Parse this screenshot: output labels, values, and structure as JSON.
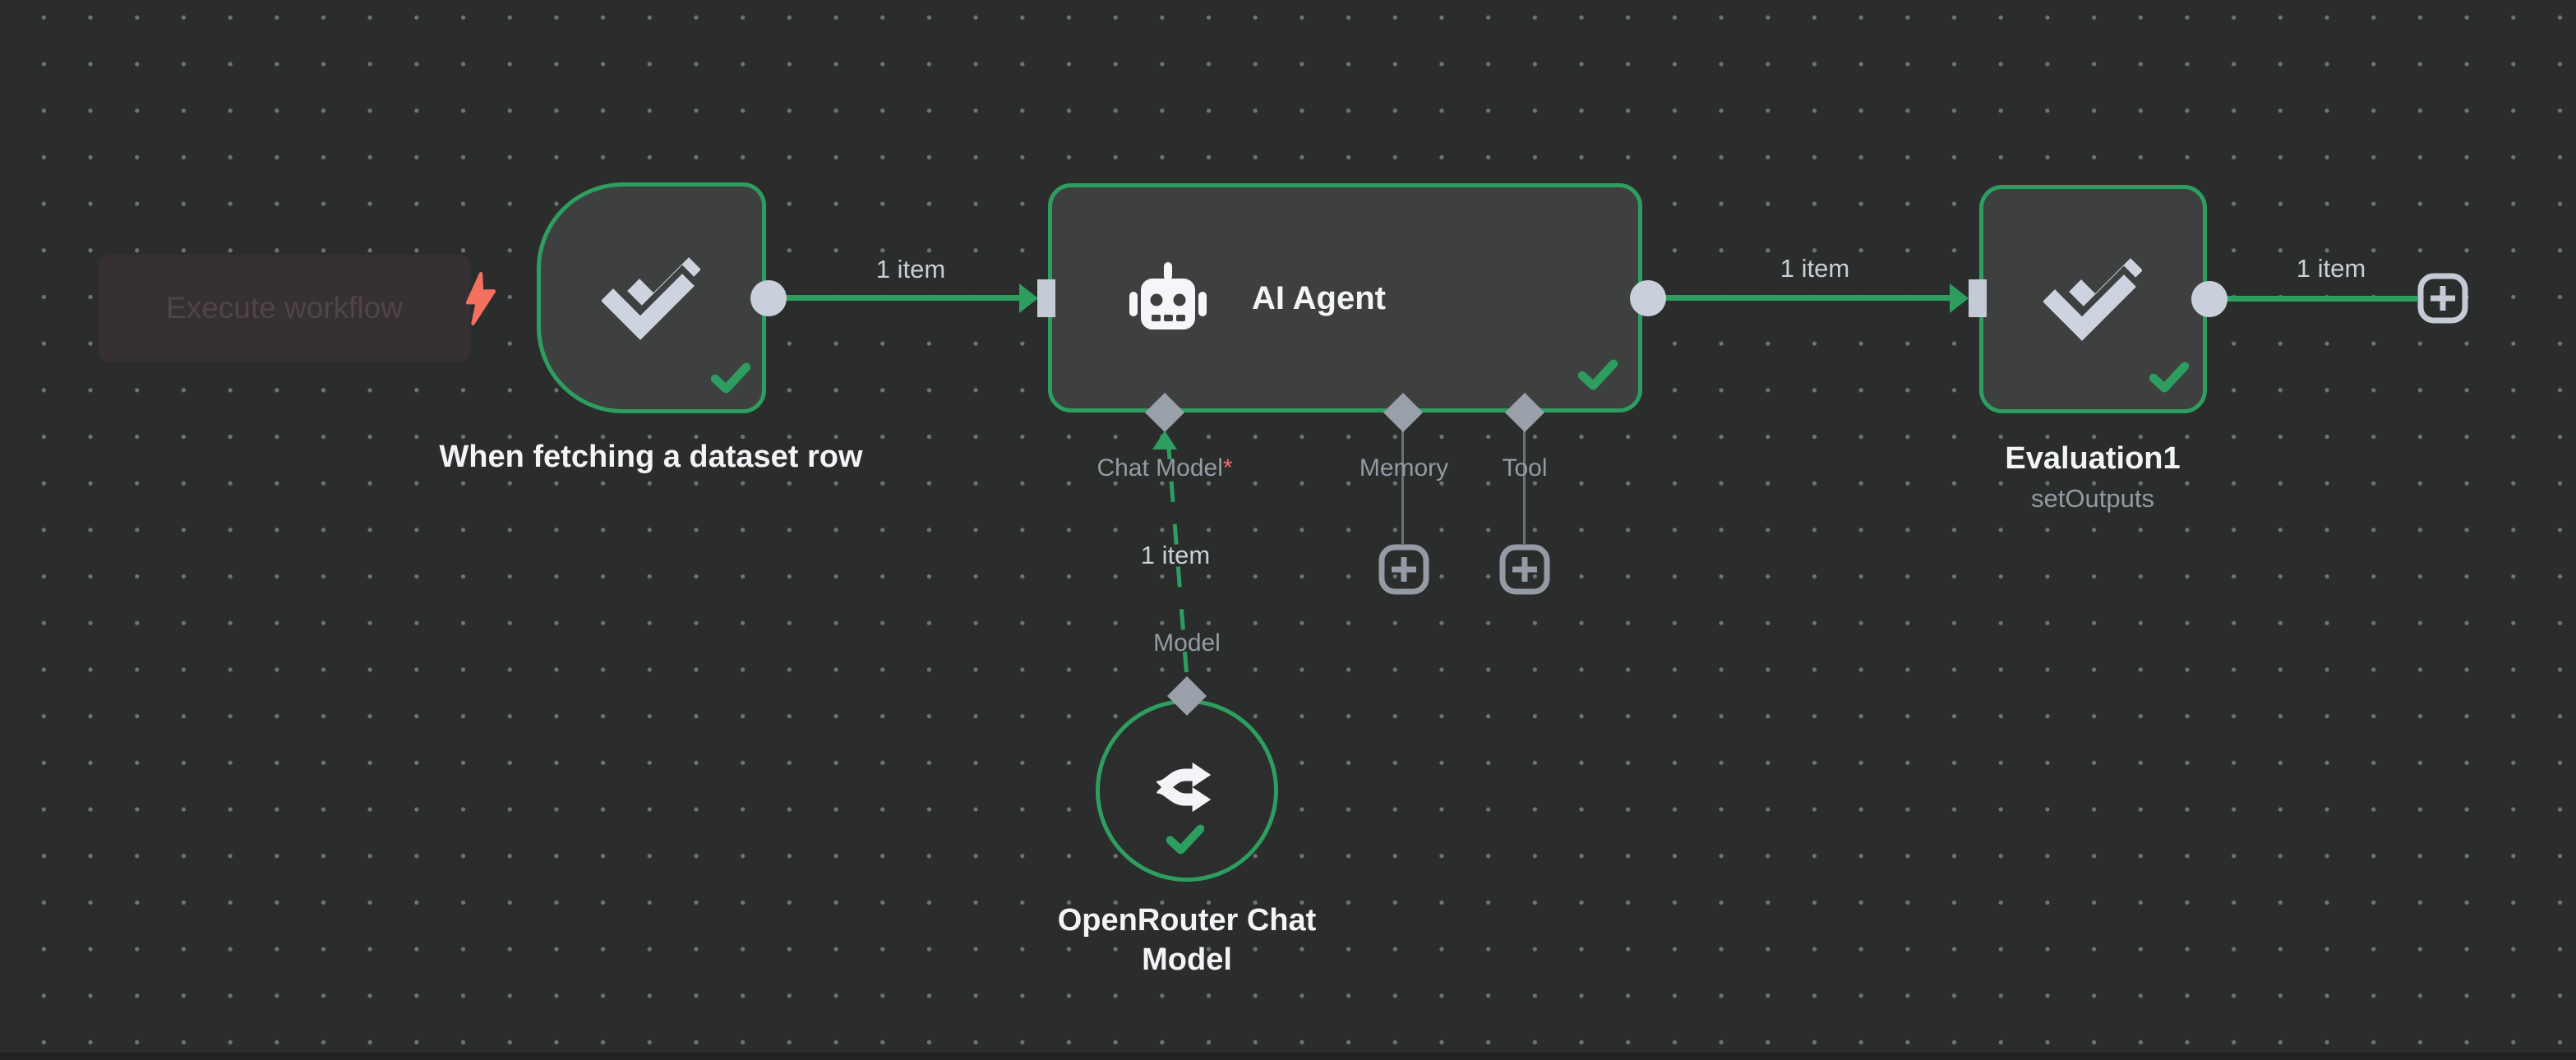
{
  "colors": {
    "canvas_bg": "#2b2d2c",
    "node_fill": "#3e4040",
    "success_green": "#2d9e5f",
    "port_gray": "#9aa0aa",
    "trigger_bolt_red": "#f4705f",
    "required_red": "#ef6a6a"
  },
  "execute_button": {
    "label": "Execute workflow"
  },
  "nodes": {
    "trigger": {
      "label": "When fetching a dataset row"
    },
    "agent": {
      "title": "AI Agent",
      "ports": [
        {
          "label": "Chat Model",
          "required": "*"
        },
        {
          "label": "Memory"
        },
        {
          "label": "Tool"
        }
      ]
    },
    "model": {
      "label": "OpenRouter Chat Model",
      "input_label": "Model",
      "items_label": "1 item"
    },
    "evaluation": {
      "label": "Evaluation1",
      "subtitle": "setOutputs"
    }
  },
  "connections": [
    {
      "label": "1 item"
    },
    {
      "label": "1 item"
    },
    {
      "label": "1 item"
    }
  ]
}
